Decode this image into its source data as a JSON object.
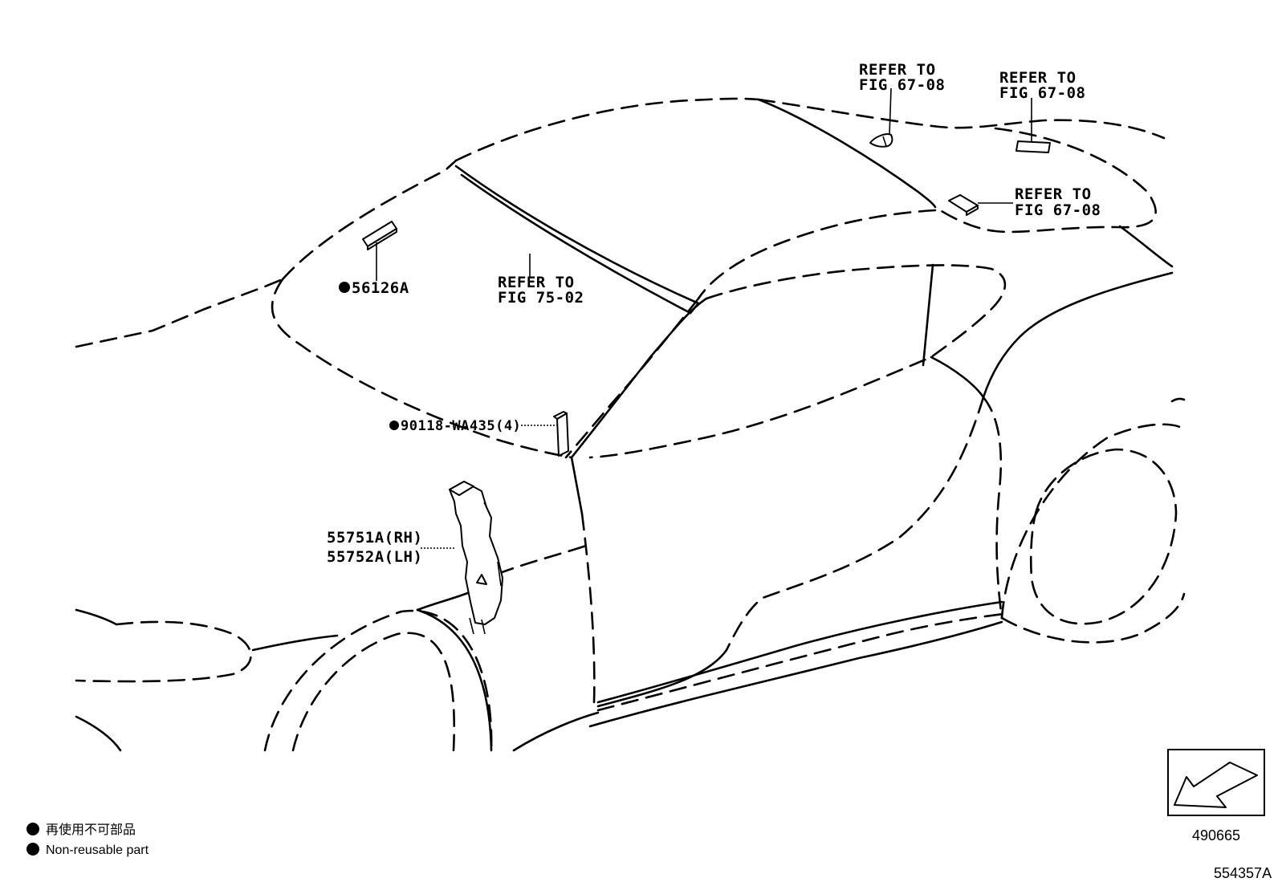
{
  "callouts": {
    "refer_roof_left": [
      "REFER TO",
      "FIG 67-08"
    ],
    "refer_roof_right": [
      "REFER TO",
      "FIG 67-08"
    ],
    "refer_rear": [
      "REFER TO",
      "FIG 67-08"
    ],
    "refer_windshield": [
      "REFER TO",
      "FIG 75-02"
    ],
    "part_56126A": "56126A",
    "part_90118": "90118-WA435(4)",
    "part_55751A": "55751A(RH)",
    "part_55752A": "55752A(LH)"
  },
  "legend": {
    "jp": "再使用不可部品",
    "en": "Non-reusable part"
  },
  "view_code": "490665",
  "figure_code": "554357A",
  "colors": {
    "ink": "#000000",
    "paper": "#ffffff"
  },
  "icons": {
    "non_reusable_marker": "filled-circle",
    "view_direction": "arrow-box-icon"
  }
}
